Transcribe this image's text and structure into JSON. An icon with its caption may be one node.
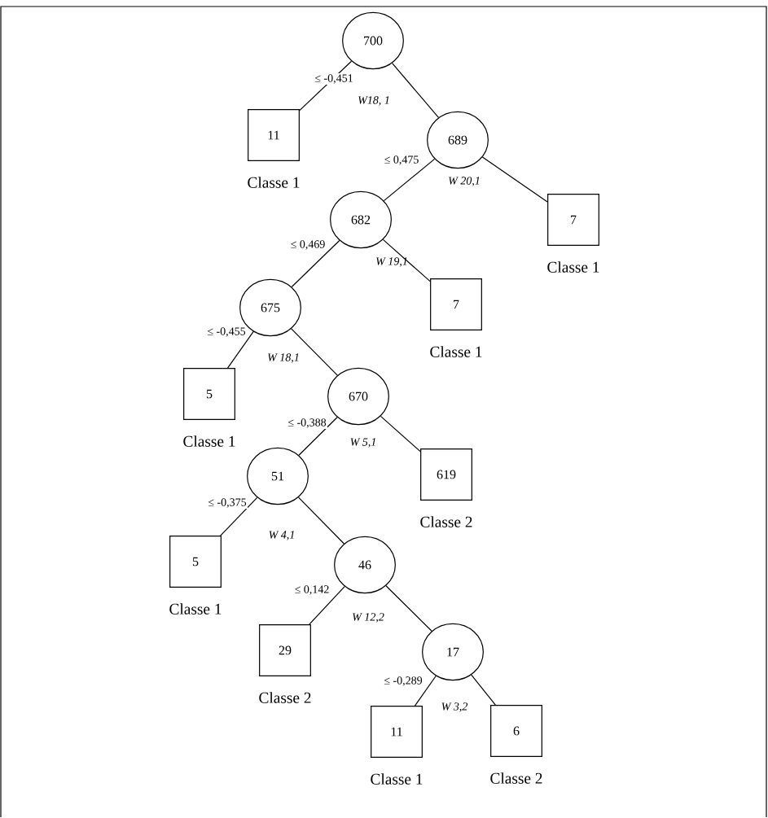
{
  "diagram": {
    "nodes": [
      {
        "text": [
          "700"
        ],
        "beside": [
          "W18, 1"
        ]
      },
      {
        "text": [
          "11"
        ],
        "beside": [
          "Classe 1"
        ]
      },
      {
        "text": [
          "689"
        ],
        "beside": [
          "W 20,1"
        ]
      },
      {
        "text": [
          "682"
        ],
        "beside": [
          "W 19,1"
        ]
      },
      {
        "text": [
          "7"
        ],
        "beside": [
          "Classe 1"
        ]
      },
      {
        "text": [
          "675"
        ],
        "beside": [
          "W 18,1"
        ]
      },
      {
        "text": [
          "7"
        ],
        "beside": [
          "Classe 1"
        ]
      },
      {
        "text": [
          "5"
        ],
        "beside": [
          "Classe 1"
        ]
      },
      {
        "text": [
          "670"
        ],
        "beside": [
          "W 5,1"
        ]
      },
      {
        "text": [
          "51"
        ],
        "beside": [
          "W 4,1"
        ]
      },
      {
        "text": [
          "619"
        ],
        "beside": [
          "Classe 2"
        ]
      },
      {
        "text": [
          "5"
        ],
        "beside": [
          "Classe 1"
        ]
      },
      {
        "text": [
          "46"
        ],
        "beside": [
          "W 12,2"
        ]
      },
      {
        "text": [
          "29"
        ],
        "beside": [
          "Classe 2"
        ]
      },
      {
        "text": [
          "17"
        ],
        "beside": [
          "W 3,2"
        ]
      },
      {
        "text": [
          "11"
        ],
        "beside": [
          "Classe 1"
        ]
      },
      {
        "text": [
          "6"
        ],
        "beside": [
          "Classe 2"
        ]
      }
    ],
    "edges": [
      {
        "from": 0,
        "to": 1,
        "arrow": "none",
        "label": "≤ -0,451"
      },
      {
        "from": 0,
        "to": 2,
        "arrow": "none"
      },
      {
        "from": 2,
        "to": 3,
        "arrow": "none",
        "label": "≤ 0,475"
      },
      {
        "from": 2,
        "to": 4,
        "arrow": "none"
      },
      {
        "from": 3,
        "to": 5,
        "arrow": "none",
        "label": "≤ 0,469"
      },
      {
        "from": 3,
        "to": 6,
        "arrow": "none"
      },
      {
        "from": 5,
        "to": 7,
        "arrow": "none",
        "label": "≤ -0,455"
      },
      {
        "from": 5,
        "to": 8,
        "arrow": "none"
      },
      {
        "from": 8,
        "to": 9,
        "arrow": "none",
        "label": "≤ -0,388"
      },
      {
        "from": 8,
        "to": 10,
        "arrow": "none"
      },
      {
        "from": 9,
        "to": 11,
        "arrow": "none",
        "label": "≤ -0,375"
      },
      {
        "from": 9,
        "to": 12,
        "arrow": "none"
      },
      {
        "from": 12,
        "to": 13,
        "arrow": "none",
        "label": "≤ 0,142"
      },
      {
        "from": 12,
        "to": 14,
        "arrow": "none"
      },
      {
        "from": 14,
        "to": 15,
        "arrow": "none",
        "label": "≤ -0,289"
      },
      {
        "from": 14,
        "to": 16,
        "arrow": "none"
      }
    ]
  }
}
